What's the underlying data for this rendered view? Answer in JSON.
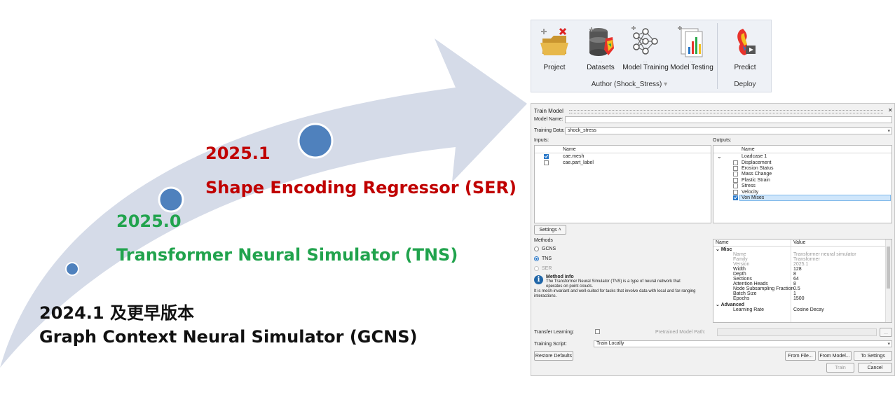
{
  "timeline": {
    "ser": {
      "version": "2025.1",
      "name": "Shape Encoding Regressor (SER)",
      "color": "#c00000"
    },
    "tns": {
      "version": "2025.0",
      "name": "Transformer Neural Simulator (TNS)",
      "color": "#21a34d"
    },
    "gcns": {
      "version": "2024.1 及更早版本",
      "name": "Graph Context Neural Simulator (GCNS)",
      "color": "#111111"
    },
    "arrow_color": "#d5dbe8",
    "dot_color": "#4f81bd"
  },
  "ribbon": {
    "tools": [
      {
        "label": "Project",
        "icon": "folder-icon",
        "dots": "..."
      },
      {
        "label": "Datasets",
        "icon": "database-icon",
        "dots": ".."
      },
      {
        "label": "Model Training",
        "icon": "neural-network-icon",
        "dots": ".."
      },
      {
        "label": "Model Testing",
        "icon": "bar-chart-icon",
        "dots": ".."
      },
      {
        "label": "Predict",
        "icon": "predict-icon",
        "dots": ""
      }
    ],
    "groups": {
      "author": "Author (Shock_Stress)",
      "deploy": "Deploy"
    }
  },
  "dialog": {
    "title": "Train Model",
    "model_name_label": "Model Name:",
    "model_name_value": "",
    "training_data_label": "Training Data:",
    "training_data_value": "shock_stress",
    "inputs_label": "Inputs:",
    "outputs_label": "Outputs:",
    "name_header": "Name",
    "inputs": [
      {
        "name": "cae.mesh",
        "checked": true
      },
      {
        "name": "cae.part_label",
        "checked": false
      }
    ],
    "outputs_root": "Loadcase 1",
    "outputs": [
      {
        "name": "Displacement",
        "checked": false
      },
      {
        "name": "Erosion Status",
        "checked": false
      },
      {
        "name": "Mass Change",
        "checked": false
      },
      {
        "name": "Plastic Strain",
        "checked": false
      },
      {
        "name": "Stress",
        "checked": false
      },
      {
        "name": "Velocity",
        "checked": false
      },
      {
        "name": "Von Mises",
        "checked": true
      }
    ],
    "settings_button": "Settings ˄",
    "methods_label": "Methods",
    "methods": [
      {
        "name": "GCNS",
        "state": "off"
      },
      {
        "name": "TNS",
        "state": "on"
      },
      {
        "name": "SER",
        "state": "disabled"
      }
    ],
    "info_title": "Method info",
    "info_line1": "The Transformer Neural Simulator (TNS) is a type of neural network that",
    "info_line2": "operates on point clouds.",
    "info_line3": "It is mesh-invariant and well-suited for tasks that involve data with local and far-ranging",
    "info_line4": "interactions.",
    "props_headers": {
      "name": "Name",
      "value": "Value"
    },
    "props_misc_label": "Misc",
    "props": [
      {
        "name": "Name",
        "value": "Transformer neural simulator",
        "grey": true
      },
      {
        "name": "Family",
        "value": "Transformer",
        "grey": true
      },
      {
        "name": "Version",
        "value": "2025.1",
        "grey": true
      },
      {
        "name": "Width",
        "value": "128",
        "grey": false
      },
      {
        "name": "Depth",
        "value": "8",
        "grey": false
      },
      {
        "name": "Sections",
        "value": "64",
        "grey": false
      },
      {
        "name": "Attention Heads",
        "value": "8",
        "grey": false
      },
      {
        "name": "Node Subsampling Fraction",
        "value": "0.5",
        "grey": false
      },
      {
        "name": "Batch Size",
        "value": "1",
        "grey": false
      },
      {
        "name": "Epochs",
        "value": "1500",
        "grey": false
      }
    ],
    "props_advanced_label": "Advanced",
    "props_advanced": [
      {
        "name": "Learning Rate",
        "value": "Cosine Decay"
      }
    ],
    "transfer_learning_label": "Transfer Learning:",
    "pretrained_label": "Pretrained Model Path:",
    "browse_label": "...",
    "training_script_label": "Training Script:",
    "training_script_value": "Train Locally",
    "restore_defaults": "Restore Defaults",
    "from_file": "From File...",
    "from_model": "From Model...",
    "to_settings_file": "To Settings File...",
    "train": "Train",
    "cancel": "Cancel",
    "close_glyph": "✕"
  }
}
